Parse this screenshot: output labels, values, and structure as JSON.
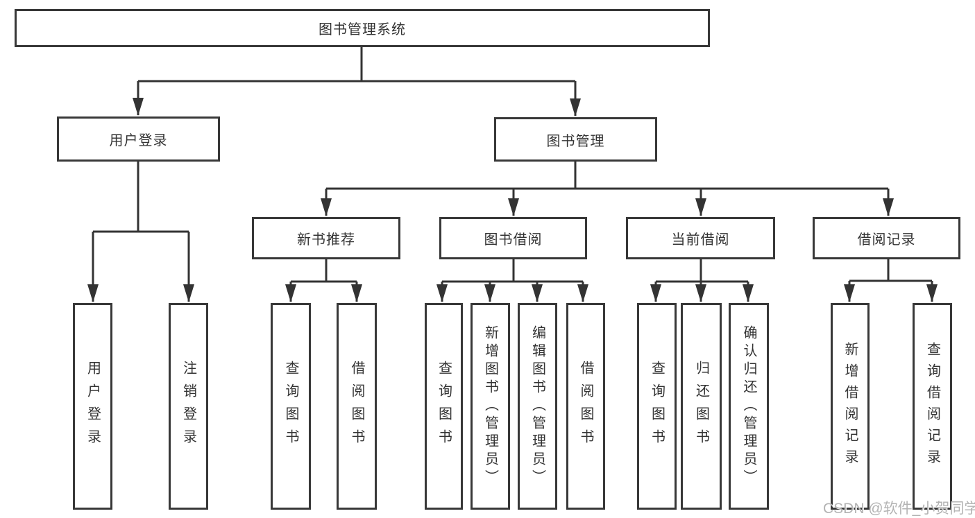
{
  "tree": {
    "label": "图书管理系统",
    "children": [
      {
        "label": "用户登录",
        "children": [
          {
            "label": "用户登录"
          },
          {
            "label": "注销登录"
          }
        ]
      },
      {
        "label": "图书管理",
        "children": [
          {
            "label": "新书推荐",
            "children": [
              {
                "label": "查询图书"
              },
              {
                "label": "借阅图书"
              }
            ]
          },
          {
            "label": "图书借阅",
            "children": [
              {
                "label": "查询图书"
              },
              {
                "label": "新增图书（管理员）"
              },
              {
                "label": "编辑图书（管理员）"
              },
              {
                "label": "借阅图书"
              }
            ]
          },
          {
            "label": "当前借阅",
            "children": [
              {
                "label": "查询图书"
              },
              {
                "label": "归还图书"
              },
              {
                "label": "确认归还（管理员）"
              }
            ]
          },
          {
            "label": "借阅记录",
            "children": [
              {
                "label": "新增借阅记录"
              },
              {
                "label": "查询借阅记录"
              }
            ]
          }
        ]
      }
    ]
  },
  "watermark": "CSDN @软件_小贺同学",
  "colors": {
    "line": "#333333",
    "box_border": "#383838",
    "text": "#333333",
    "watermark_text": "#b3b3b3",
    "background": "#ffffff"
  }
}
